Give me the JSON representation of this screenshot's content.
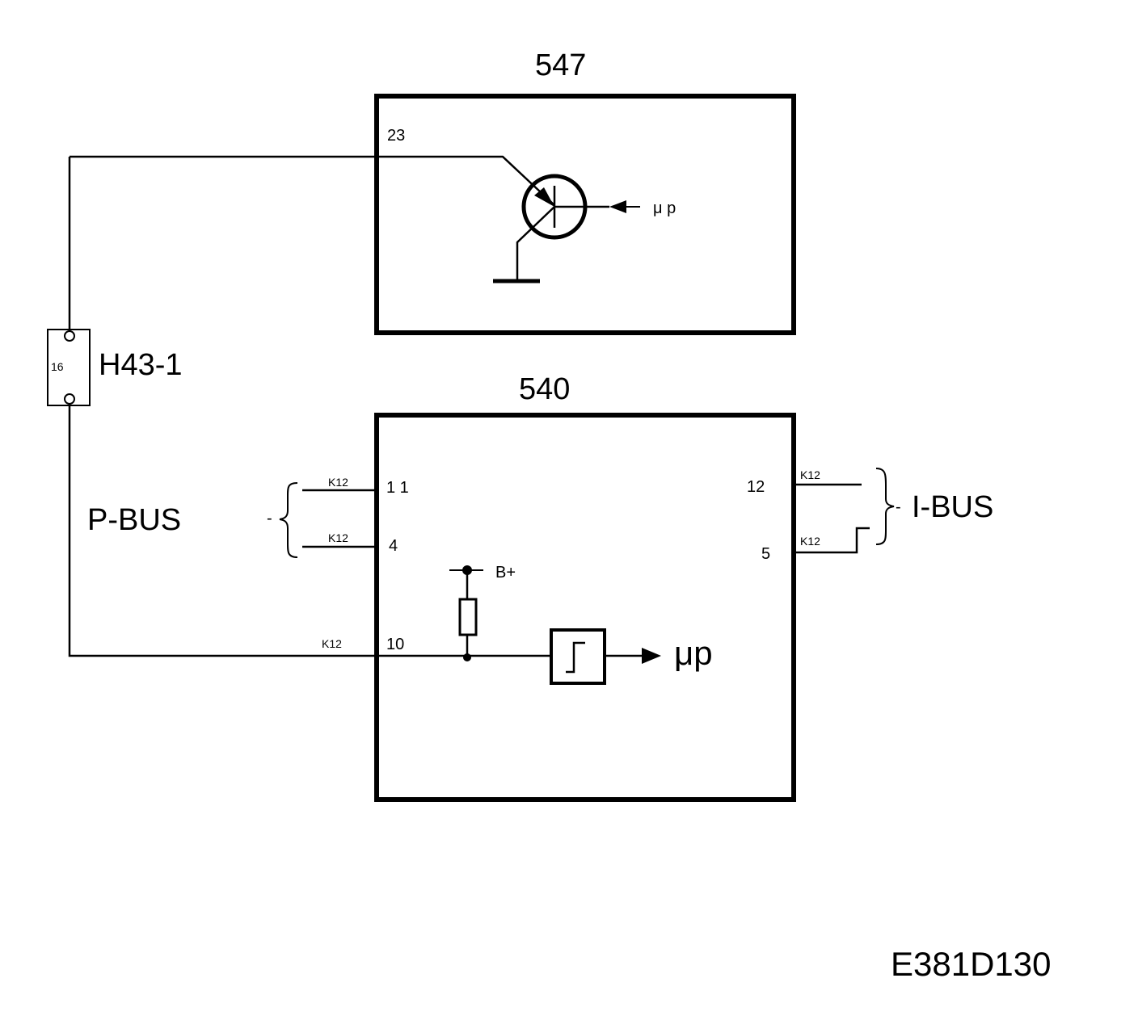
{
  "modules": {
    "top": {
      "id": "547",
      "pin": "23",
      "signal": "μ p"
    },
    "bottom": {
      "id": "540",
      "pins": {
        "p1": "1 1",
        "p2": "4",
        "p3": "10",
        "i1": "12",
        "i2": "5"
      },
      "supply": "B+",
      "signal": "μp"
    }
  },
  "connector": {
    "name": "H43-1",
    "pin": "16"
  },
  "wire_labels": {
    "k1": "K12",
    "k2": "K12",
    "k3": "K12",
    "k4": "K12",
    "k5": "K12"
  },
  "buses": {
    "p_bus": "P-BUS",
    "i_bus": "I-BUS",
    "p_dash": "-",
    "i_dash": "-"
  },
  "figure_id": "E381D130"
}
